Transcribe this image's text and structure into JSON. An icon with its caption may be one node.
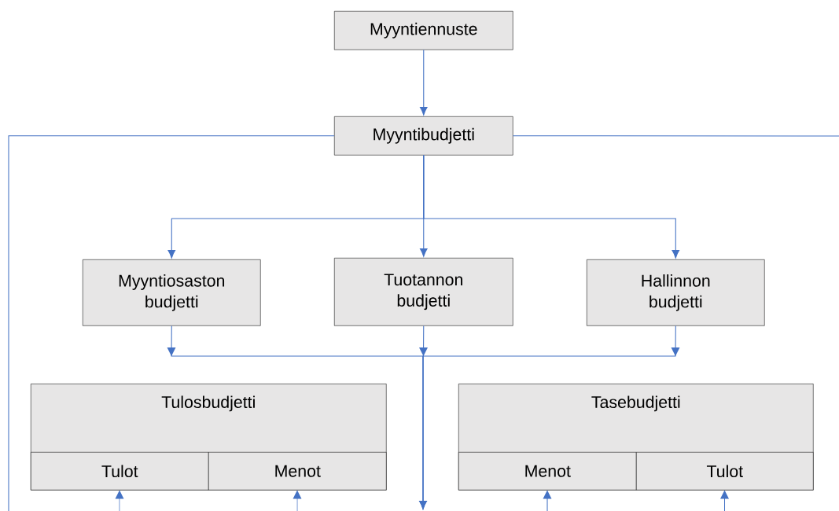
{
  "diagram": {
    "nodes": [
      {
        "text": [
          "Myyntiennuste"
        ]
      },
      {
        "text": [
          "Myyntibudjetti"
        ]
      },
      {
        "text": [
          "Myyntiosaston budjetti"
        ]
      },
      {
        "text": [
          "Tuotannon budjetti"
        ]
      },
      {
        "text": [
          "Hallinnon budjetti"
        ]
      },
      {
        "text": [
          "Tulosbudjetti"
        ]
      },
      {
        "text": [
          "Tulot"
        ],
        "in": 5
      },
      {
        "text": [
          "Menot"
        ],
        "in": 5
      },
      {
        "text": [
          "Tasebudjetti"
        ]
      },
      {
        "text": [
          "Menot"
        ],
        "in": 8
      },
      {
        "text": [
          "Tulot"
        ],
        "in": 8
      }
    ],
    "edges": [
      {
        "from": 0,
        "to": 1,
        "arrow": "to"
      },
      {
        "from": 1,
        "to": 2,
        "arrow": "to"
      },
      {
        "from": 1,
        "to": 3,
        "arrow": "to"
      },
      {
        "from": 1,
        "to": 4,
        "arrow": "to"
      },
      {
        "from": 2,
        "to": null,
        "arrow": "to"
      },
      {
        "from": 3,
        "to": null,
        "arrow": "to"
      },
      {
        "from": 4,
        "to": null,
        "arrow": "to"
      },
      {
        "from": 1,
        "to": null,
        "arrow": "none"
      },
      {
        "from": 1,
        "to": null,
        "arrow": "none"
      },
      {
        "from": null,
        "to": 6,
        "arrow": "to"
      },
      {
        "from": null,
        "to": 7,
        "arrow": "to"
      },
      {
        "from": null,
        "to": 9,
        "arrow": "to"
      },
      {
        "from": null,
        "to": 10,
        "arrow": "to"
      }
    ]
  }
}
